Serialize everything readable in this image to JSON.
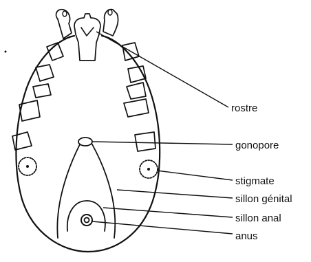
{
  "diagram": {
    "labels": {
      "rostre": "rostre",
      "gonopore": "gonopore",
      "stigmate": "stigmate",
      "sillon_genital": "sillon génital",
      "sillon_anal": "sillon anal",
      "anus": "anus"
    }
  }
}
